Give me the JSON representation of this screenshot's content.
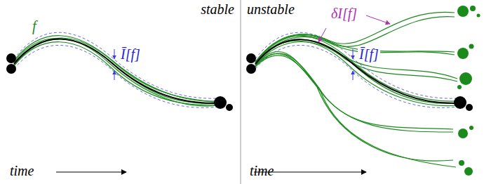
{
  "diagram": {
    "labels": [
      "stable",
      "unstable",
      "f",
      "Ī[f]",
      "time",
      "δI[f]",
      "Ī[f]",
      "time"
    ]
  }
}
